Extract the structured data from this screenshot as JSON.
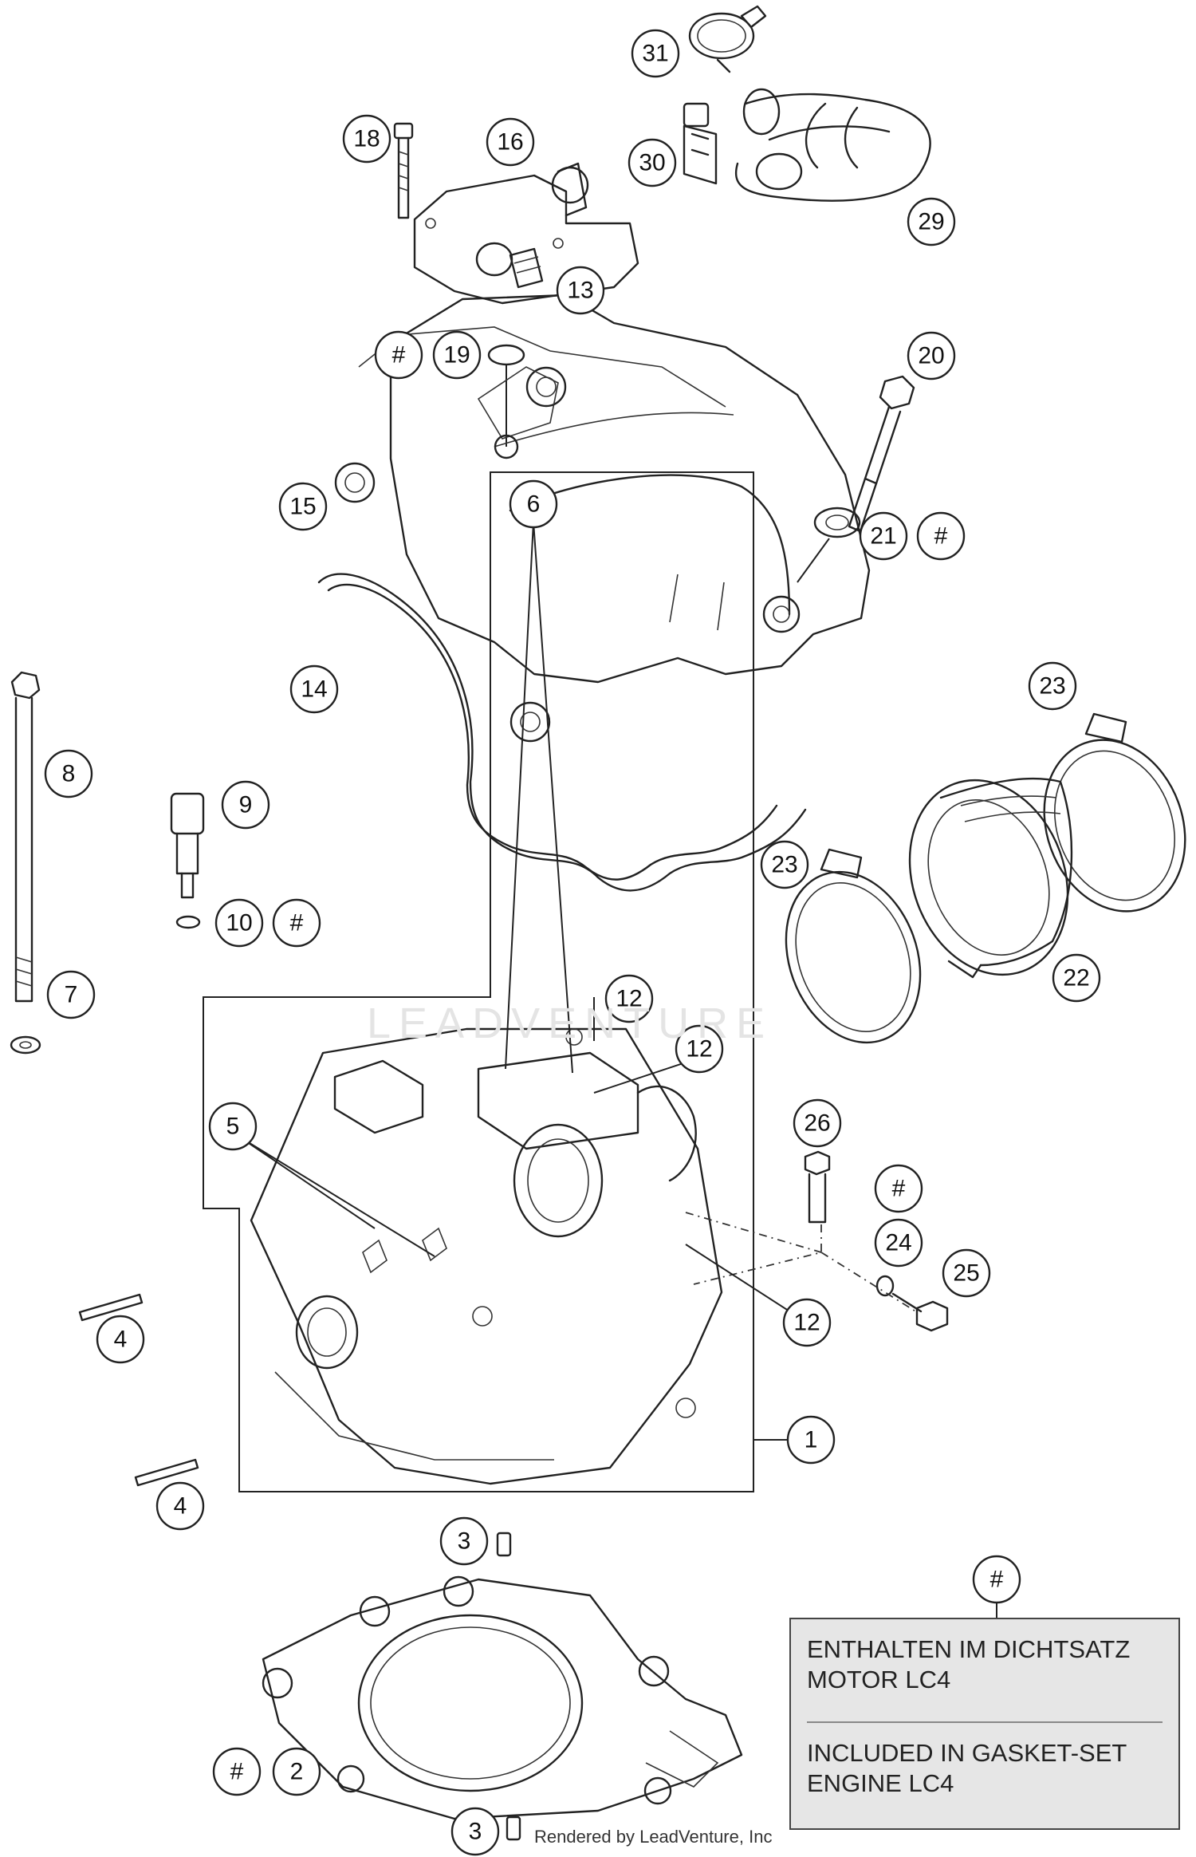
{
  "callouts": {
    "c31": "31",
    "c30": "30",
    "c29": "29",
    "c18": "18",
    "c16": "16",
    "c13": "13",
    "c19h": "#",
    "c19": "19",
    "c20": "20",
    "c15": "15",
    "c21": "21",
    "c21h": "#",
    "c14": "14",
    "c23a": "23",
    "c8": "8",
    "c9": "9",
    "c23b": "23",
    "c10": "10",
    "c10h": "#",
    "c7": "7",
    "c6": "6",
    "c12a": "12",
    "c12b": "12",
    "c22": "22",
    "c5": "5",
    "c26": "26",
    "c26h": "#",
    "c24": "24",
    "c25": "25",
    "c4a": "4",
    "c12c": "12",
    "c1": "1",
    "c4b": "4",
    "c3a": "3",
    "c2h": "#",
    "c2": "2",
    "c3b": "3",
    "cLegendH": "#"
  },
  "legend": {
    "de_line1": "ENTHALTEN IM DICHTSATZ",
    "de_line2": "MOTOR LC4",
    "en_line1": "INCLUDED IN GASKET-SET",
    "en_line2": "ENGINE LC4"
  },
  "watermark": "LEADVENTURE",
  "credit": "Rendered by LeadVenture, Inc"
}
